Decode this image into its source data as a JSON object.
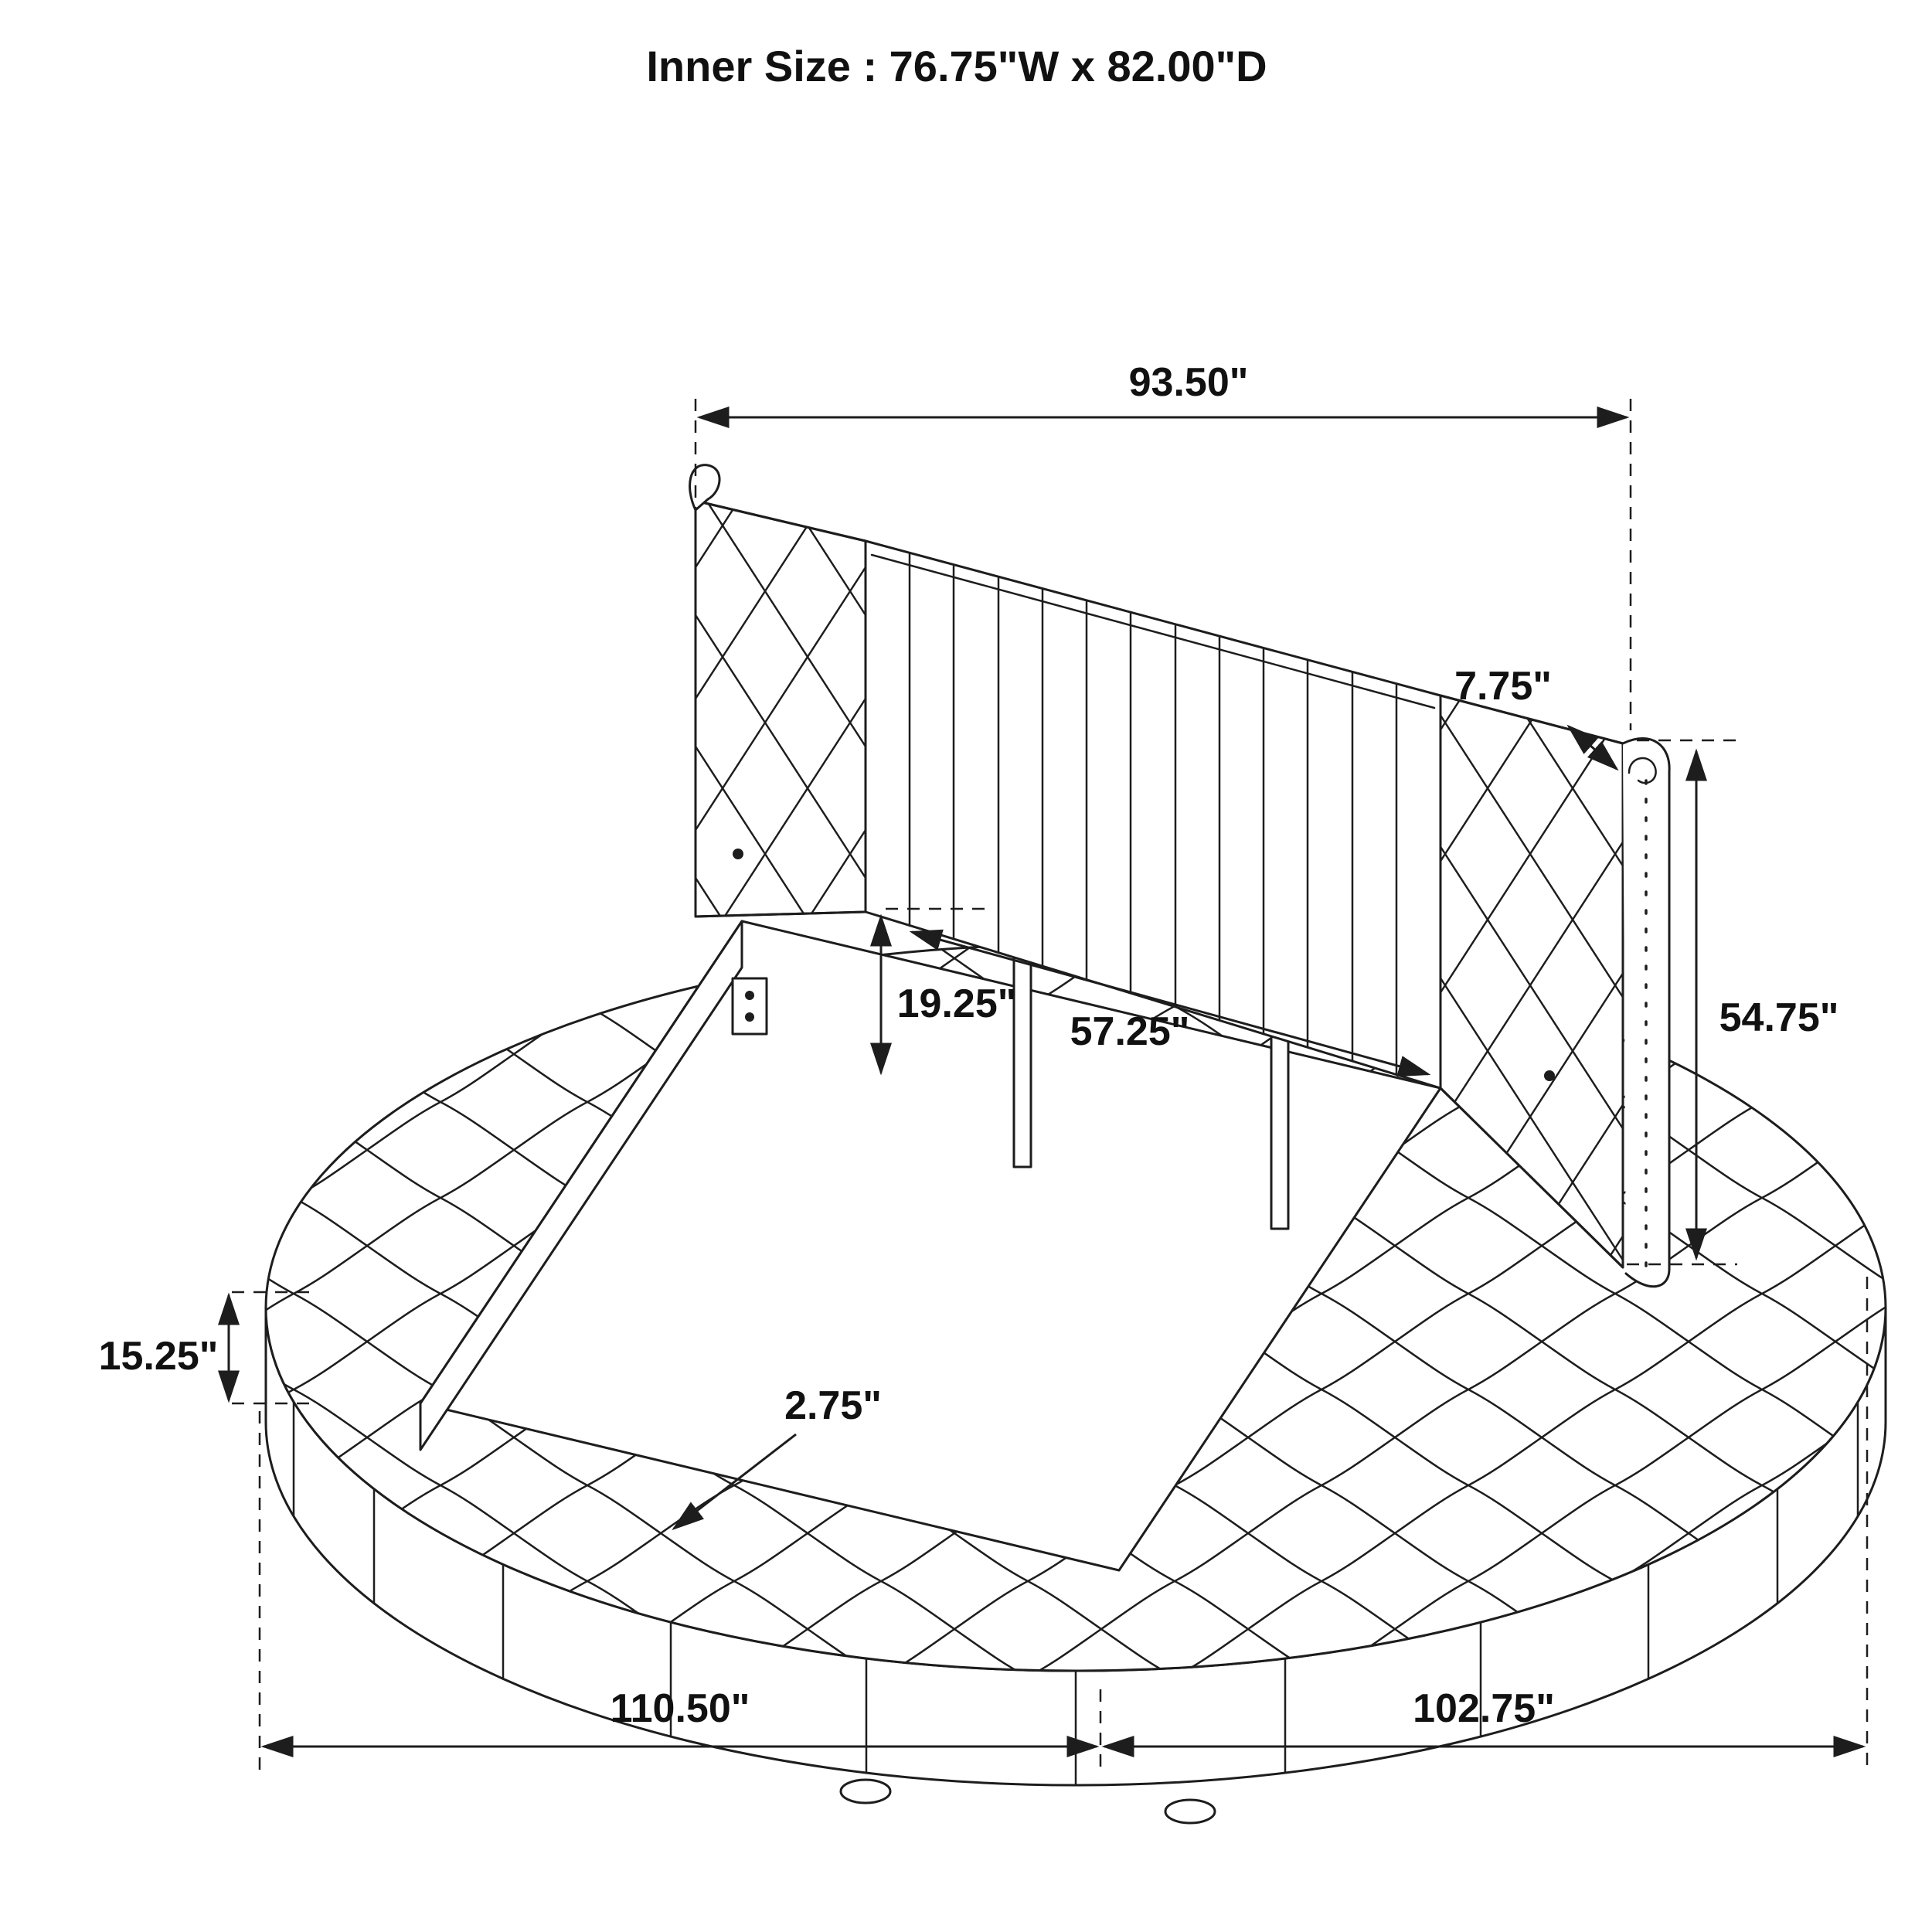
{
  "title": "Inner Size : 76.75\"W x 82.00\"D",
  "dims": {
    "headboard_width": "93.50\"",
    "headboard_depth": "7.75\"",
    "headboard_height": "54.75\"",
    "headboard_inner_height": "19.25\"",
    "inner_width": "57.25\"",
    "platform_height": "15.25\"",
    "rim_thickness": "2.75\"",
    "platform_width": "110.50\"",
    "platform_depth": "102.75\""
  }
}
